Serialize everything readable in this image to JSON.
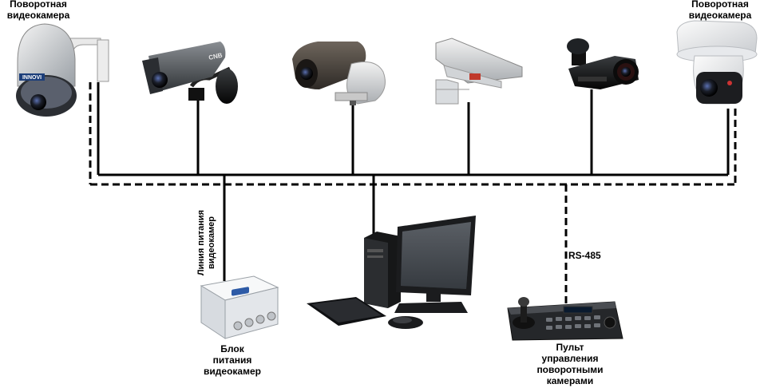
{
  "labels": {
    "ptz_left": [
      "Поворотная",
      "видеокамера"
    ],
    "ptz_right": [
      "Поворотная",
      "видеокамера"
    ],
    "power_line": [
      "Линия питания",
      "видеокамер"
    ],
    "power_block": [
      "Блок",
      "питания",
      "видеокамер"
    ],
    "rs485": "RS-485",
    "ptz_controller": [
      "Пульт",
      "управления",
      "поворотными",
      "камерами"
    ]
  },
  "brand_marks": {
    "ptz_left_logo": "INNOVI",
    "box_camera_logo": "CNB"
  },
  "line_styles": {
    "power": "solid",
    "control": "dashed"
  },
  "colors": {
    "line": "#000000",
    "background": "#ffffff"
  }
}
